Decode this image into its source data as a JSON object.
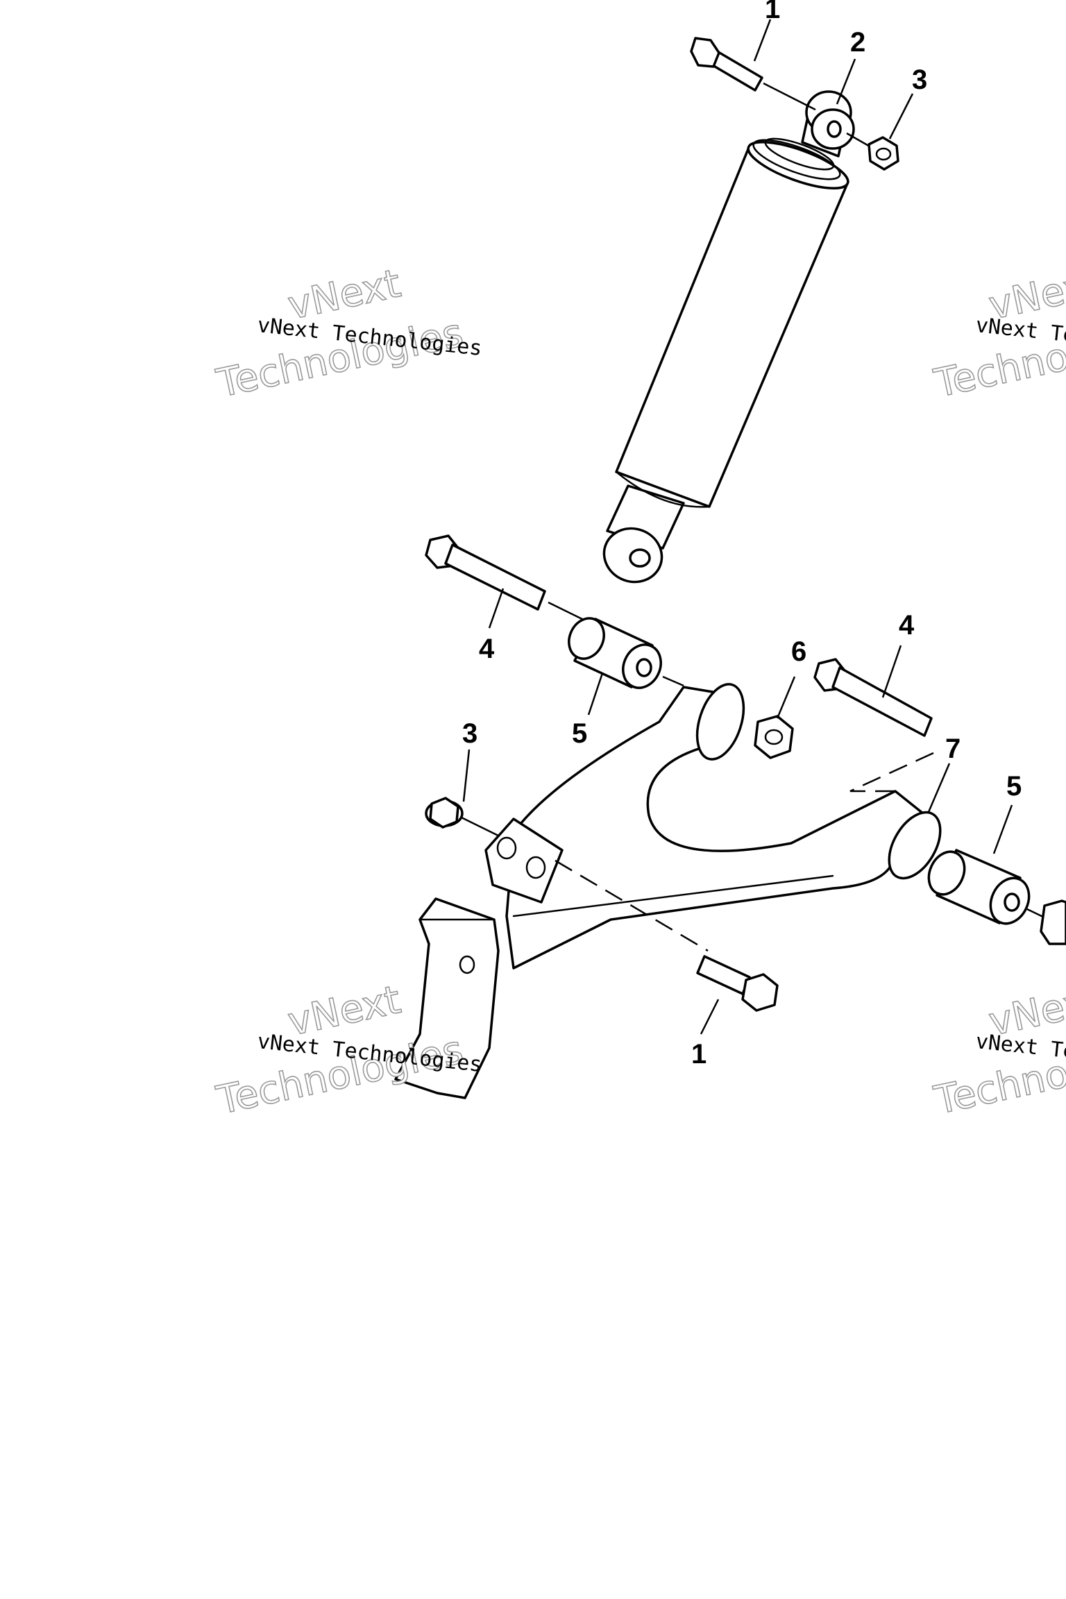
{
  "callouts": [
    {
      "id": "c1_top",
      "label": "1"
    },
    {
      "id": "c2_top",
      "label": "2"
    },
    {
      "id": "c3_top",
      "label": "3"
    },
    {
      "id": "c4_left",
      "label": "4"
    },
    {
      "id": "c5_left",
      "label": "5"
    },
    {
      "id": "c6",
      "label": "6"
    },
    {
      "id": "c4_right",
      "label": "4"
    },
    {
      "id": "c7",
      "label": "7"
    },
    {
      "id": "c3_left",
      "label": "3"
    },
    {
      "id": "c5_right",
      "label": "5"
    },
    {
      "id": "c1_bottom",
      "label": "1"
    }
  ],
  "watermark": {
    "brand_small": "vNext Technologies",
    "brand_line1": "vNext",
    "brand_line2": "Technologies"
  }
}
